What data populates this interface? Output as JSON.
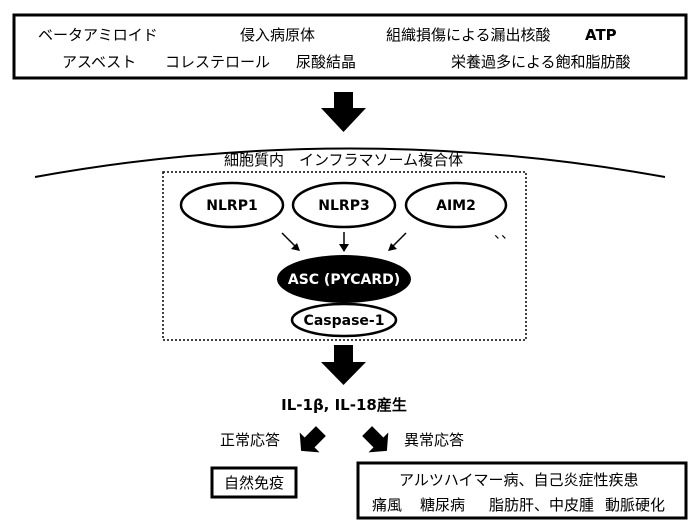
{
  "triggers": {
    "row1": [
      "ベータアミロイド",
      "侵入病原体",
      "組織損傷による漏出核酸",
      "ATP"
    ],
    "row2": [
      "アスベスト",
      "コレステロール",
      "尿酸結晶",
      "栄養過多による飽和脂肪酸"
    ]
  },
  "inflammasome": {
    "title": "細胞質内　インフラマソーム複合体",
    "sensors": [
      "NLRP1",
      "NLRP3",
      "AIM2"
    ],
    "ellipsis": "、、",
    "adaptor": "ASC (PYCARD)",
    "effector": "Caspase-1"
  },
  "cytokines": "IL-1β, IL-18産生",
  "normal": {
    "label": "正常応答",
    "outcome": "自然免疫"
  },
  "abnormal": {
    "label": "異常応答",
    "line1": "アルツハイマー病、自己炎症性疾患",
    "line2": [
      "痛風",
      "糖尿病",
      "脂肪肝、中皮腫",
      "動脈硬化"
    ]
  }
}
